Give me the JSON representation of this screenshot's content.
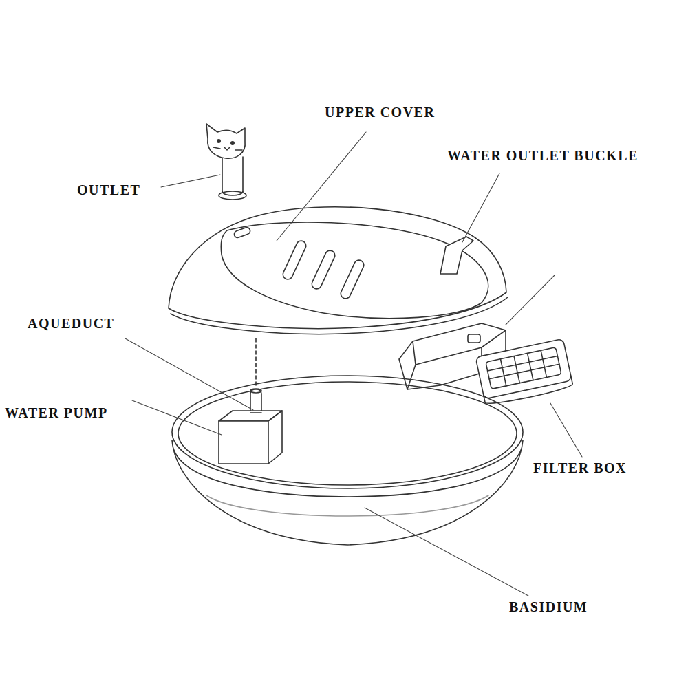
{
  "diagram": {
    "labels": [
      "UPPER COVER",
      "WATER OUTLET BUCKLE",
      "OUTLET",
      "AQUEDUCT",
      "WATER PUMP",
      "FILTER BOX",
      "BASIDIUM"
    ]
  }
}
